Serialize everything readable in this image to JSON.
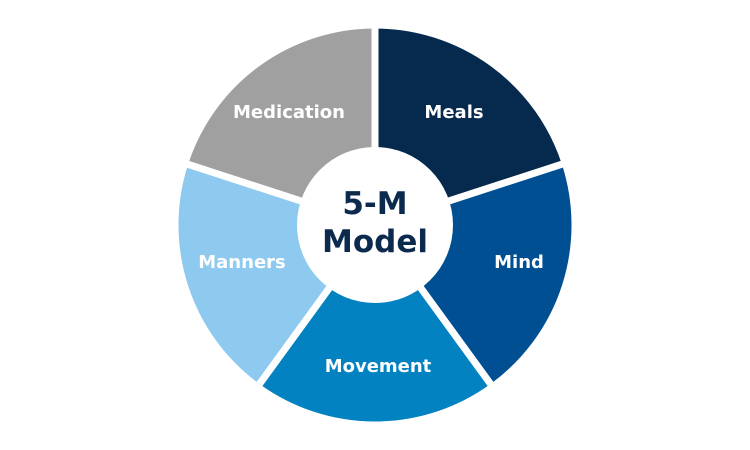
{
  "diagram": {
    "center": {
      "line1": "5-M",
      "line2": "Model",
      "text_color": "#0b2a4e",
      "fill": "#ffffff"
    },
    "segments": [
      {
        "id": "meals",
        "label": "Meals",
        "color": "#062a4d"
      },
      {
        "id": "mind",
        "label": "Mind",
        "color": "#004f92"
      },
      {
        "id": "movement",
        "label": "Movement",
        "color": "#0382c1"
      },
      {
        "id": "manners",
        "label": "Manners",
        "color": "#8ec9f0"
      },
      {
        "id": "medication",
        "label": "Medication",
        "color": "#a0a0a0"
      }
    ],
    "separator_color": "#ffffff"
  }
}
